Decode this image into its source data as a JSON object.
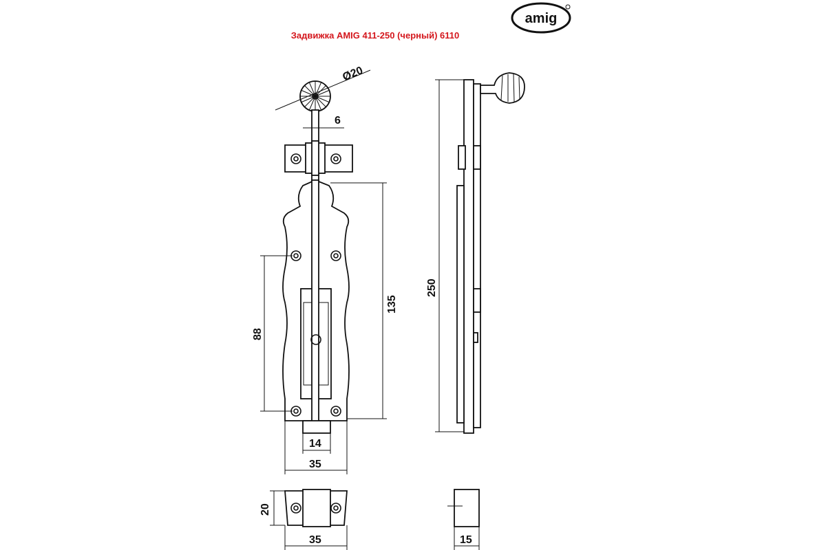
{
  "title": "Задвижка AMIG 411-250 (черный) 6110",
  "logo": {
    "text": "AMIG"
  },
  "dimensions": {
    "knob_diameter": "Ø20",
    "rod_width": "6",
    "height_135": "135",
    "hole_spacing_88": "88",
    "slot_width_14": "14",
    "plate_width_35": "35",
    "total_length_250": "250",
    "bracket_height_20": "20",
    "bracket_width_35": "35",
    "bracket_depth_15": "15"
  },
  "colors": {
    "title": "#d4161c",
    "line": "#111111"
  }
}
